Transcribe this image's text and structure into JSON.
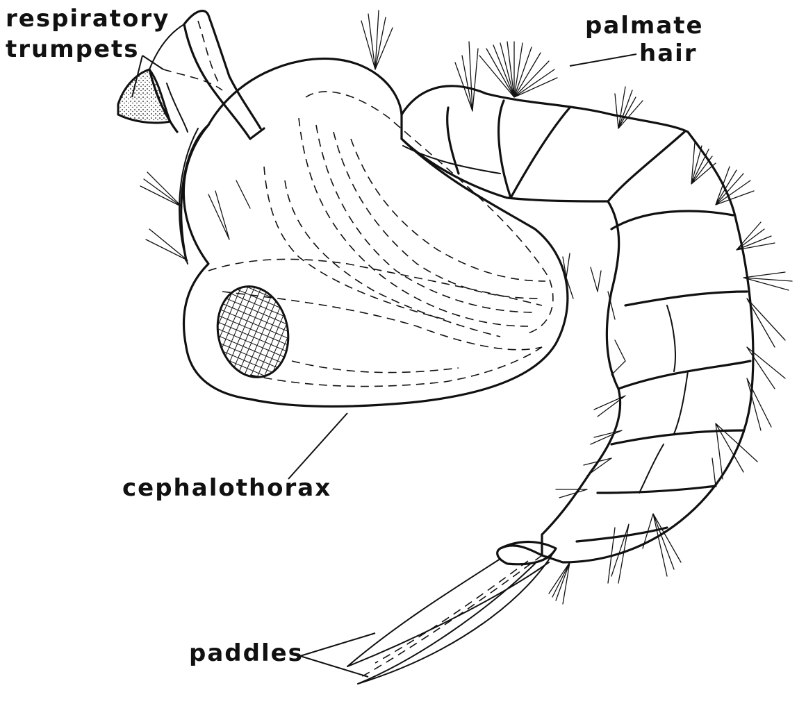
{
  "labels": {
    "respiratory_line1": "respiratory",
    "respiratory_line2": "trumpets",
    "palmate_line1": "palmate",
    "palmate_line2": "hair",
    "cephalothorax": "cephalothorax",
    "paddles": "paddles"
  },
  "colors": {
    "ink": "#111111",
    "background": "#ffffff"
  }
}
